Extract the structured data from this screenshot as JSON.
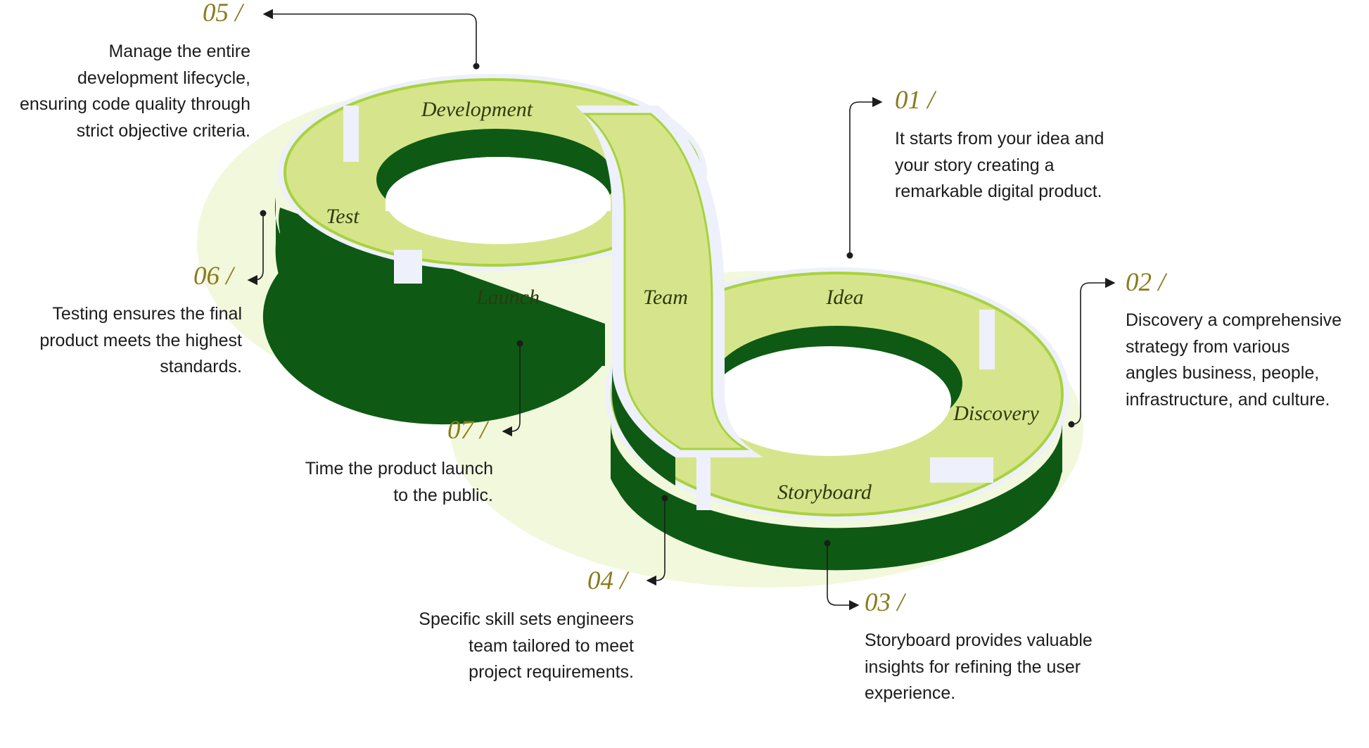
{
  "segments": {
    "development": "Development",
    "test": "Test",
    "launch": "Launch",
    "team": "Team",
    "idea": "Idea",
    "discovery": "Discovery",
    "storyboard": "Storyboard"
  },
  "steps": {
    "s01": {
      "number": "01 /",
      "lines": [
        "It starts from your idea and",
        "your story creating a",
        "remarkable digital product."
      ]
    },
    "s02": {
      "number": "02 /",
      "lines": [
        "Discovery a comprehensive",
        "strategy from various",
        "angles business, people,",
        "infrastructure, and culture."
      ]
    },
    "s03": {
      "number": "03 /",
      "lines": [
        "Storyboard provides valuable",
        "insights for refining the user",
        "experience."
      ]
    },
    "s04": {
      "number": "04 /",
      "lines": [
        "Specific skill sets engineers",
        "team tailored to meet",
        "project requirements."
      ]
    },
    "s05": {
      "number": "05 /",
      "lines": [
        "Manage the entire",
        "development lifecycle,",
        "ensuring code quality through",
        "strict objective criteria."
      ]
    },
    "s06": {
      "number": "06 /",
      "lines": [
        "Testing ensures the final",
        "product meets the highest",
        "standards."
      ]
    },
    "s07": {
      "number": "07 /",
      "lines": [
        "Time the product launch",
        "to the public."
      ]
    }
  },
  "colors": {
    "segment_top": "#d6e58c",
    "segment_rim": "#a9d23e",
    "segment_wall": "#0e5a14",
    "outline": "#eef0fb",
    "glow": "#f2f8dc",
    "number": "#8a7b1c",
    "text": "#1c1c1c"
  }
}
